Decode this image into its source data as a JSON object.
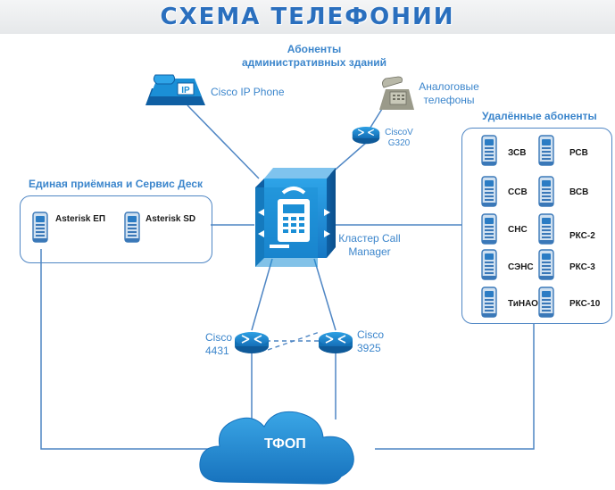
{
  "title": "СХЕМА ТЕЛЕФОНИИ",
  "admin_label": "Абоненты\nадминистративных зданий",
  "ip_phone_label": "Cisco IP Phone",
  "ip_phone_screen": "IP",
  "analog_label": "Аналоговые\nтелефоны",
  "gateway_label": "CiscoV\nG320",
  "cluster_label": "Кластер Call\nManager",
  "router_left_label": "Cisco\n4431",
  "router_right_label": "Cisco\n3925",
  "pstn_label": "ТФОП",
  "left_group": {
    "title": "Единая приёмная и Сервис Деск",
    "nodes": [
      "Asterisk ЕП",
      "Asterisk SD"
    ]
  },
  "right_group": {
    "title": "Удалённые абоненты",
    "nodes": [
      "ЗСВ",
      "РСВ",
      "ССВ",
      "ВСВ",
      "СНС",
      "РКС-2",
      "СЭНС",
      "РКС-3",
      "ТиНАО",
      "РКС-10"
    ]
  },
  "colors": {
    "accent": "#2a6fbe",
    "label": "#3c86cc",
    "line": "#4f86c4",
    "device": "#1b8fd6",
    "cloud": "#1a87cf"
  },
  "icons": [
    "ip-phone-icon",
    "analog-phone-icon",
    "voice-gateway-icon",
    "call-manager-icon",
    "router-icon",
    "server-icon",
    "cloud-icon"
  ]
}
